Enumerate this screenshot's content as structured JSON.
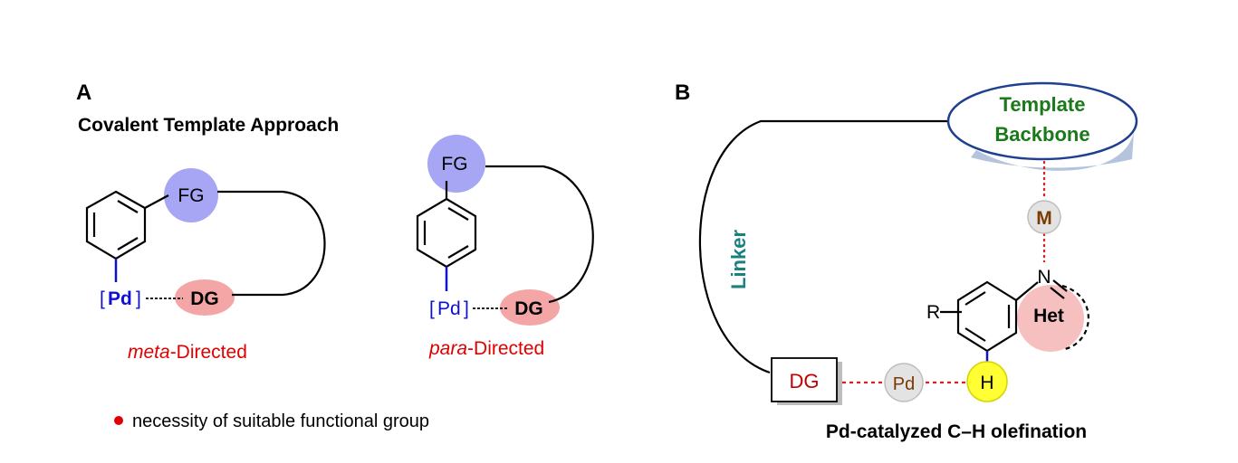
{
  "panel_a": {
    "label": "A",
    "title": "Covalent Template Approach",
    "meta_scheme": {
      "fg": "FG",
      "pd_left": "[",
      "pd_metal": "Pd",
      "pd_right": "]",
      "dg": "DG",
      "caption_prefix": "meta",
      "caption_suffix": "-Directed"
    },
    "para_scheme": {
      "fg": "FG",
      "pd_left": "[",
      "pd_metal": "Pd",
      "pd_right": "]",
      "dg": "DG",
      "caption_prefix": "para",
      "caption_suffix": "-Directed"
    },
    "note": "necessity of suitable functional group"
  },
  "panel_b": {
    "label": "B",
    "template_line1": "Template",
    "template_line2": "Backbone",
    "linker": "Linker",
    "metal": "M",
    "nitrogen": "N",
    "het": "Het",
    "r_group": "R",
    "hydrogen": "H",
    "pd": "Pd",
    "dg": "DG",
    "caption": "Pd-catalyzed C–H olefination"
  },
  "colors": {
    "fg_circle": "#a6a6f4",
    "dg_ellipse": "#f4a6a6",
    "pd_blue": "#1010d0",
    "caption_red": "#e00000",
    "template_green": "#1a7a1a",
    "template_border": "#1f3f8f",
    "template_shadow": "#b4c4dc",
    "linker_teal": "#1a8080",
    "het_pink": "#f6c0c0",
    "h_yellow": "#ffff33",
    "metal_brown": "#7a3a00",
    "dg_box_red": "#c00000",
    "dotted_red": "#e02020"
  }
}
